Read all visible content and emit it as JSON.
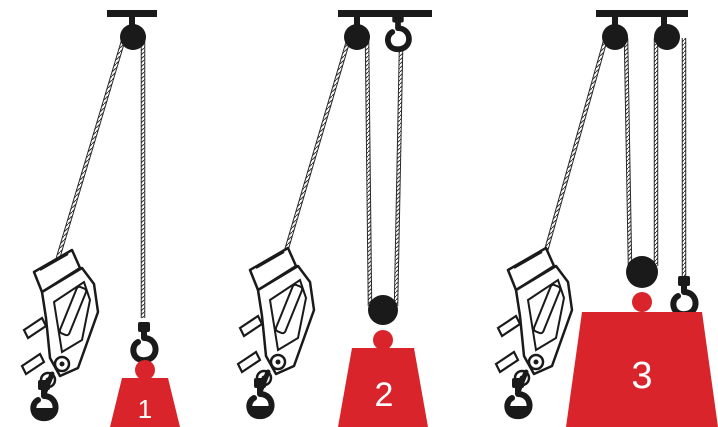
{
  "panels": [
    {
      "id": "panel-1",
      "label": "1"
    },
    {
      "id": "panel-2",
      "label": "2"
    },
    {
      "id": "panel-3",
      "label": "3"
    }
  ],
  "colors": {
    "weight": "#D9242B",
    "hardware": "#1a1a1a",
    "rope": "#555555",
    "background": "#ffffff"
  },
  "icons": {
    "hoist": "manual-cable-hoist-icon",
    "pulley": "pulley-icon",
    "hook": "hook-icon"
  }
}
